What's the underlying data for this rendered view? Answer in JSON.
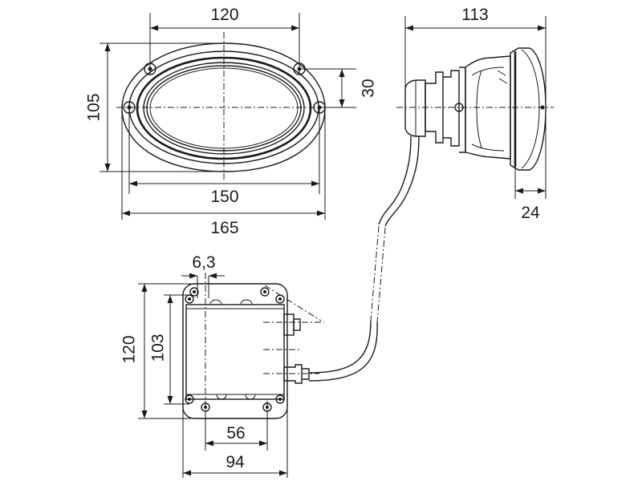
{
  "dimensions": {
    "front_width_inner": "120",
    "front_height_offset": "30",
    "front_height": "105",
    "front_width_mid": "150",
    "front_width_total": "165",
    "side_depth": "113",
    "side_bezel": "24",
    "ballast_hole": "6,3",
    "ballast_height_outer": "120",
    "ballast_height_inner": "103",
    "ballast_width_inner": "56",
    "ballast_width_outer": "94"
  },
  "colors": {
    "line": "#1a1a1a",
    "background": "#ffffff"
  }
}
